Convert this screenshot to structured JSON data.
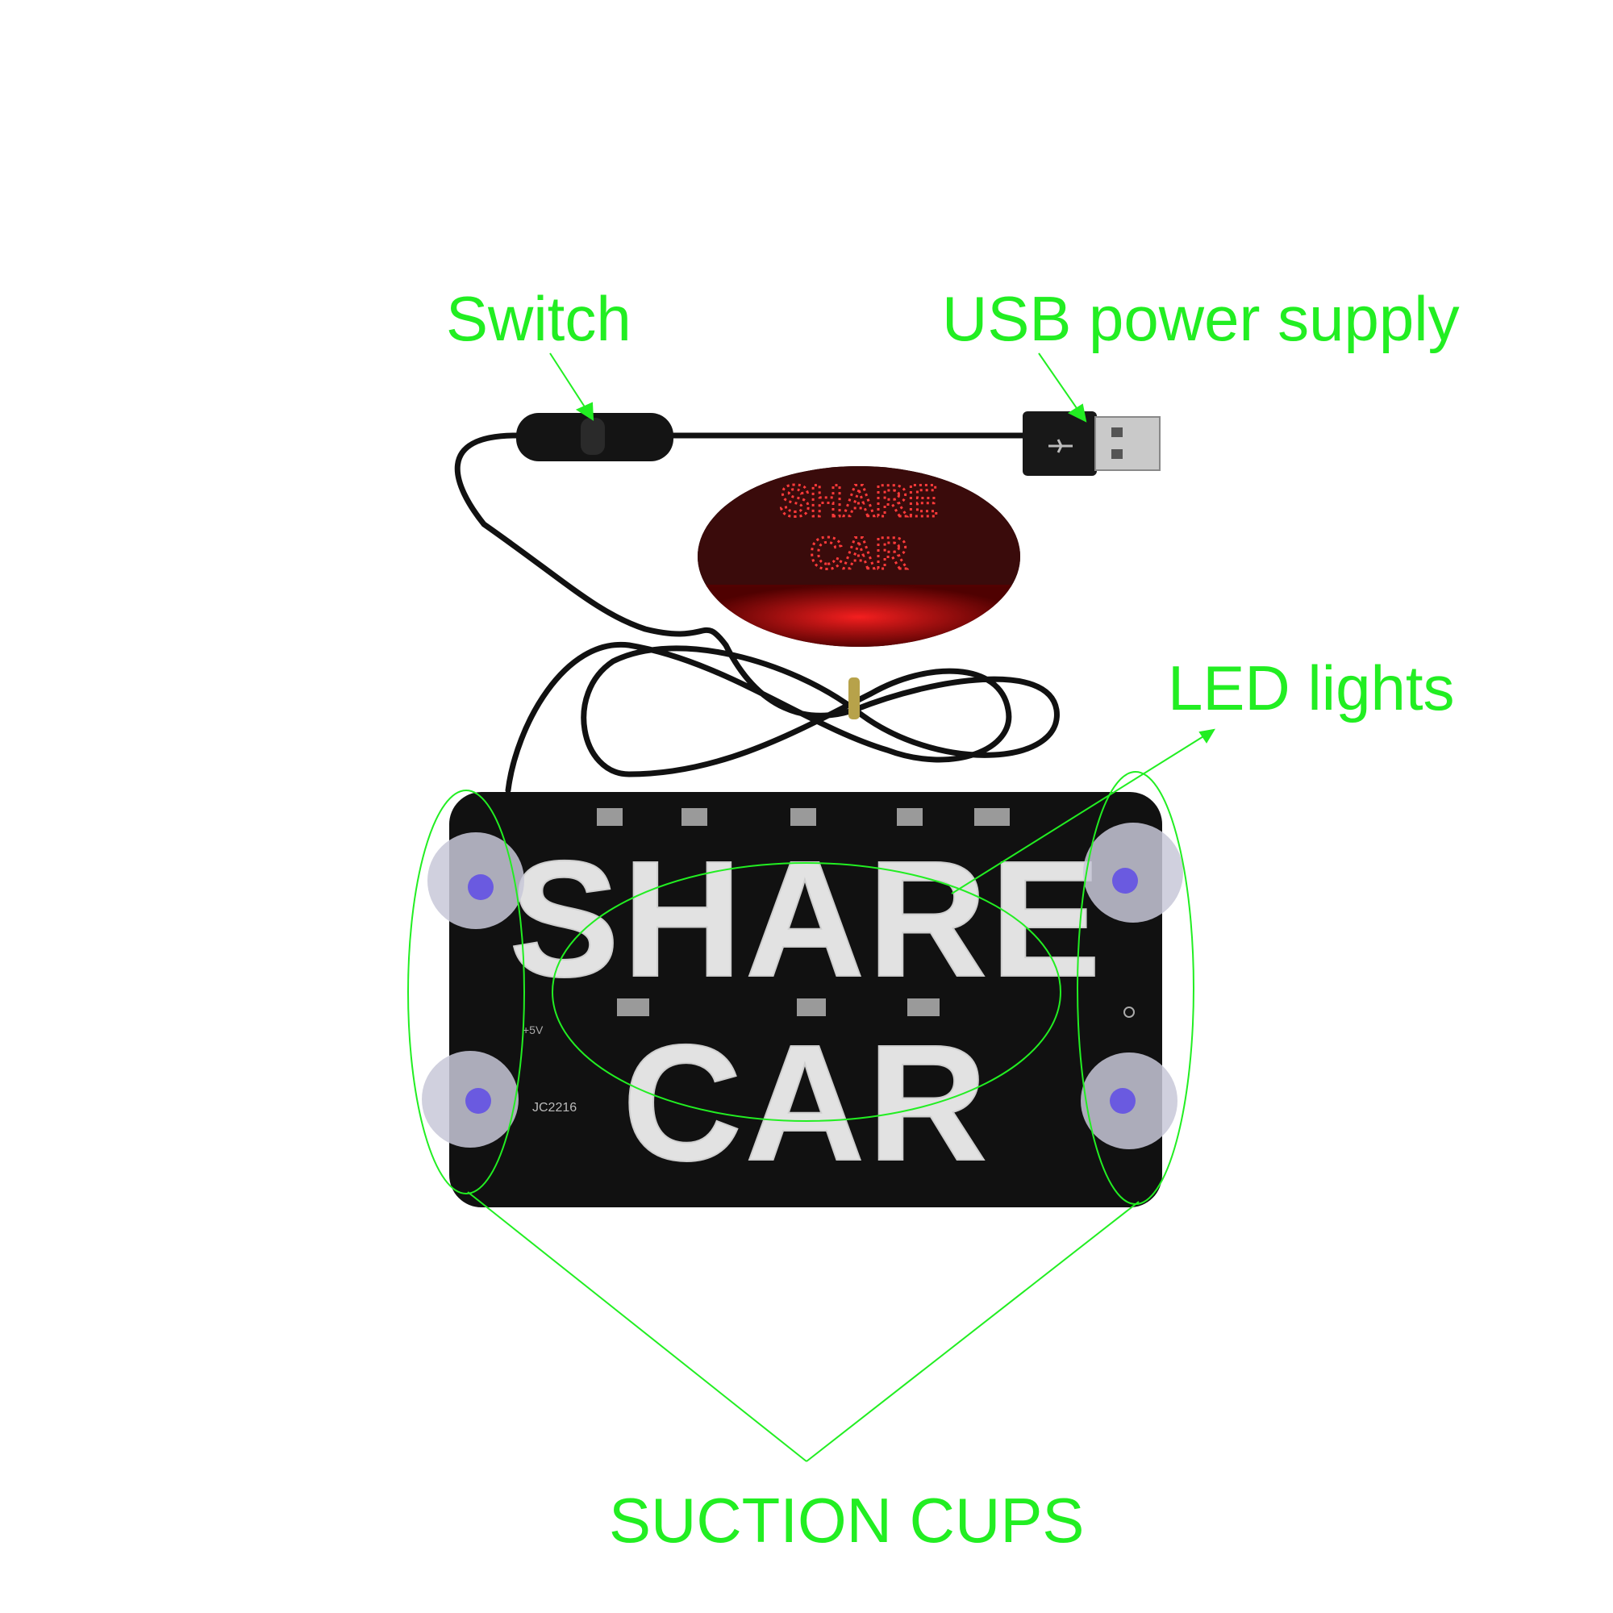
{
  "callouts": {
    "switch": "Switch",
    "usb_power_supply": "USB power supply",
    "led_lights": "LED lights",
    "suction_cups": "SUCTION CUPS"
  },
  "sign": {
    "line1": "SHARE",
    "line2": "CAR",
    "board_marking": "JC2216",
    "voltage_marking": "+5V"
  },
  "colors": {
    "callout": "#22ee22",
    "board": "#111111",
    "led_white": "#eeeeee",
    "led_red": "#ff2a2a"
  }
}
